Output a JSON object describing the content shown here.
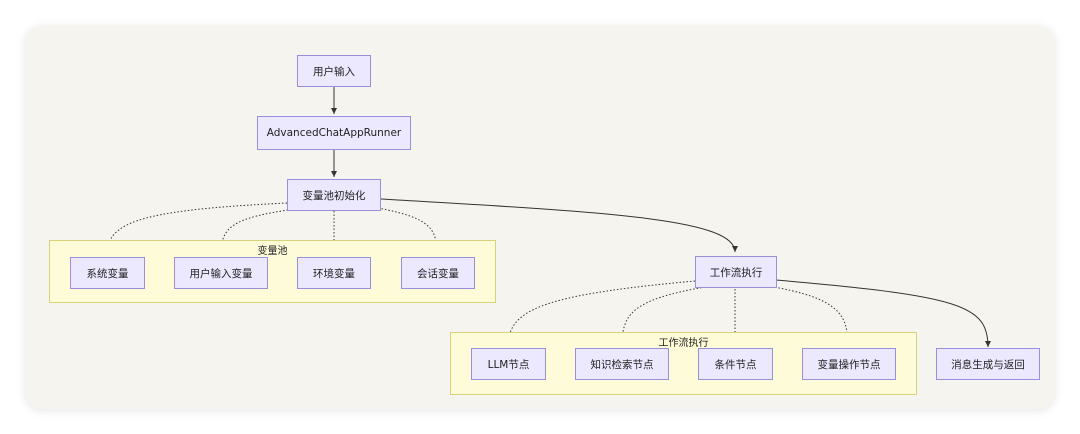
{
  "nodes": {
    "user_input": "用户输入",
    "runner": "AdvancedChatAppRunner",
    "pool_init": "变量池初始化",
    "sys_var": "系统变量",
    "user_input_var": "用户输入变量",
    "env_var": "环境变量",
    "conv_var": "会话变量",
    "workflow_exec": "工作流执行",
    "llm_node": "LLM节点",
    "kb_node": "知识检索节点",
    "cond_node": "条件节点",
    "var_op_node": "变量操作节点",
    "msg_gen": "消息生成与返回"
  },
  "groups": {
    "var_pool": "变量池",
    "workflow": "工作流执行"
  },
  "colors": {
    "node_fill": "#ece9ff",
    "node_border": "#9a8fdc",
    "group_fill": "#fdfbd8",
    "group_border": "#d8d27a",
    "edge": "#333333"
  }
}
